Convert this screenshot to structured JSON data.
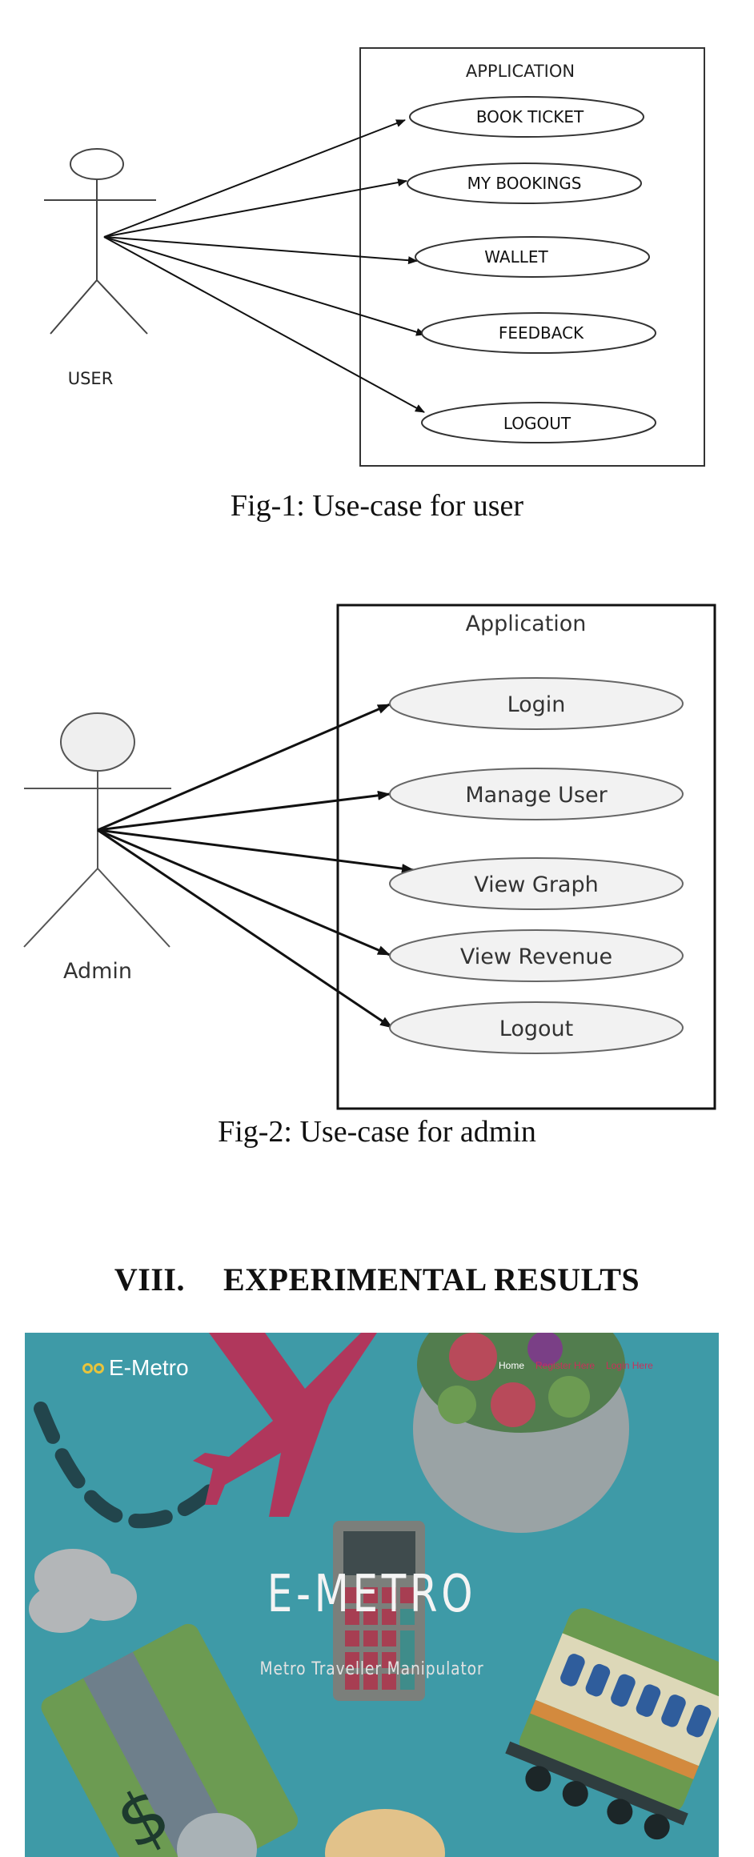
{
  "fig1": {
    "system_label": "APPLICATION",
    "actor_label": "USER",
    "use_cases": [
      "BOOK TICKET",
      "MY BOOKINGS",
      "WALLET",
      "FEEDBACK",
      "LOGOUT"
    ],
    "caption": "Fig-1: Use-case for user"
  },
  "fig2": {
    "system_label": "Application",
    "actor_label": "Admin",
    "use_cases": [
      "Login",
      "Manage User",
      "View Graph",
      "View Revenue",
      "Logout"
    ],
    "caption": "Fig-2: Use-case for admin"
  },
  "section": {
    "number": "VIII.",
    "title": "EXPERIMENTAL RESULTS"
  },
  "screenshot": {
    "brand": "E-Metro",
    "nav": [
      "Home",
      "Register Here",
      "Login Here"
    ],
    "hero_title": "E-METRO",
    "hero_subtitle": "Metro Traveller Manipulator",
    "colors": {
      "background": "#3e9aa7",
      "nav_accent": "#c8305b",
      "logo": "#e8c43c"
    }
  }
}
